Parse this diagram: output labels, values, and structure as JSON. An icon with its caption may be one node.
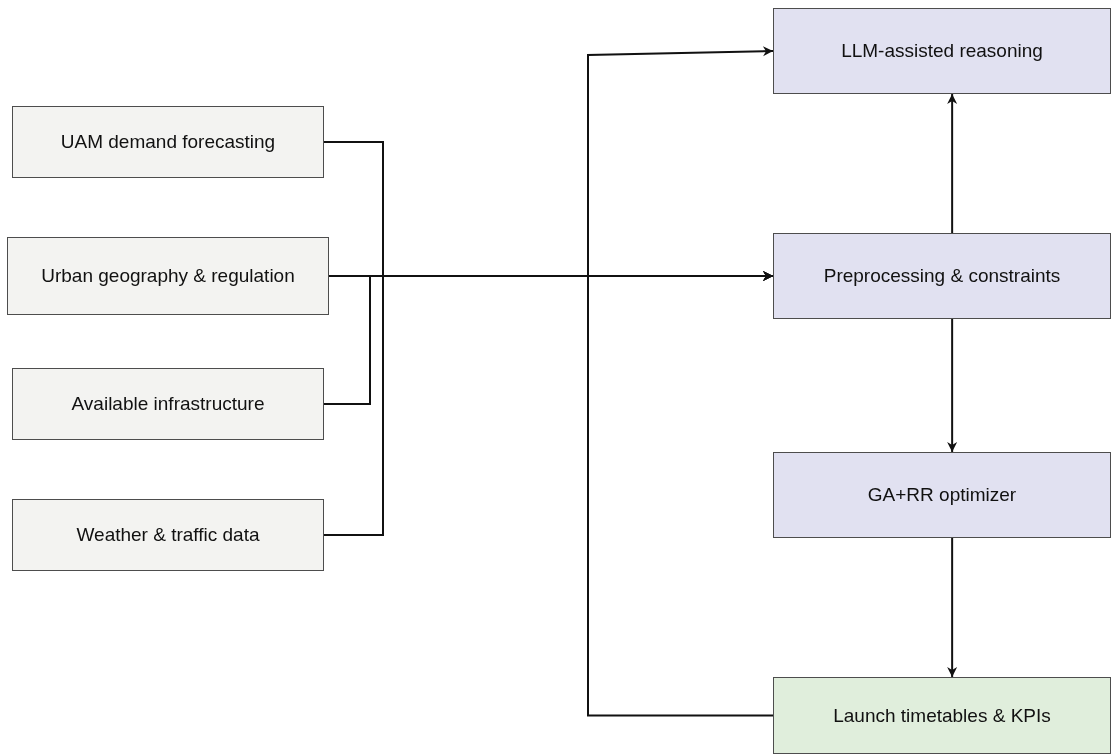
{
  "diagram": {
    "nodes": [
      {
        "text": [
          "UAM demand forecasting"
        ]
      },
      {
        "text": [
          "Urban geography & regulation"
        ]
      },
      {
        "text": [
          "Available infrastructure"
        ]
      },
      {
        "text": [
          "Weather & traffic data"
        ]
      },
      {
        "text": [
          "LLM-assisted reasoning"
        ]
      },
      {
        "text": [
          "Preprocessing & constraints"
        ]
      },
      {
        "text": [
          "GA+RR optimizer"
        ]
      },
      {
        "text": [
          "Launch timetables & KPIs"
        ]
      }
    ],
    "edges": [
      {
        "from": 0,
        "to": 5,
        "arrow": "to"
      },
      {
        "from": 1,
        "to": 5,
        "arrow": "to"
      },
      {
        "from": 2,
        "to": 5,
        "arrow": "to"
      },
      {
        "from": 3,
        "to": 5,
        "arrow": "to"
      },
      {
        "from": 5,
        "to": 4,
        "arrow": "to"
      },
      {
        "from": 5,
        "to": 6,
        "arrow": "to"
      },
      {
        "from": 6,
        "to": 7,
        "arrow": "to"
      },
      {
        "from": 7,
        "to": 4,
        "arrow": "to"
      }
    ]
  }
}
